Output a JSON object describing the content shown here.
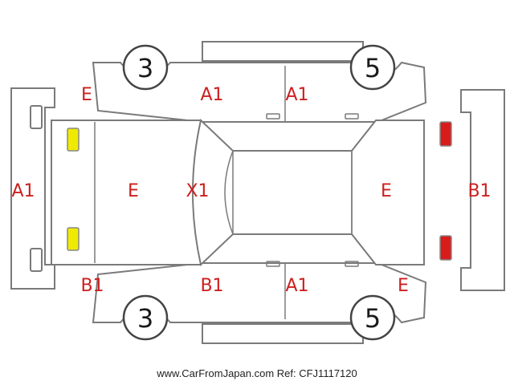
{
  "labels": {
    "front_bumper": "A1",
    "hood": "E",
    "windshield": "X1",
    "roof_side_top_left": "A1",
    "roof_side_top_right": "A1",
    "rear_hatch": "E",
    "rear_bumper": "B1",
    "front_left_fender": "E",
    "front_right_fender": "B1",
    "door_lower_left": "B1",
    "door_lower_right": "A1",
    "rear_right_quarter": "E"
  },
  "tires": {
    "front_top": "3",
    "rear_top": "5",
    "front_bottom": "3",
    "rear_bottom": "5"
  },
  "footer": {
    "text": "www.CarFromJapan.com Ref: CFJ1117120"
  },
  "colors": {
    "grade_text": "#cc1f1f",
    "outline": "#7a7a7a",
    "front_light_marker": "#f0ea00",
    "rear_light_marker": "#d81b1b"
  }
}
